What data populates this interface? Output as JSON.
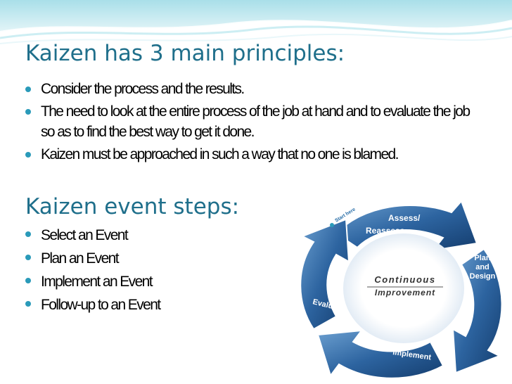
{
  "slide": {
    "heading_principles": "Kaizen has 3 main principles:",
    "principles": [
      "Consider the process and the results.",
      "The need to look at the entire process of the job at hand and to evaluate the job so as to find the best way to get it done.",
      "Kaizen must be approached in such a way that no one is blamed."
    ],
    "heading_steps": "Kaizen event steps:",
    "steps": [
      "Select an Event",
      "Plan an Event",
      "Implement an Event",
      "Follow-up to an Event"
    ]
  },
  "diagram": {
    "start_label": "Start here",
    "center_line1": "Continuous",
    "center_line2": "Improvement",
    "stage_assess_1": "Assess/",
    "stage_assess_2": "Reassess",
    "stage_plan_1": "Plan",
    "stage_plan_2": "and",
    "stage_plan_3": "Design",
    "stage_implement": "Implement",
    "stage_evaluate": "Evaluate"
  },
  "colors": {
    "heading": "#1f6f8b",
    "bullet": "#2a9ab9",
    "arrow_dark": "#1d4f86",
    "arrow_light": "#5a8fc4"
  }
}
